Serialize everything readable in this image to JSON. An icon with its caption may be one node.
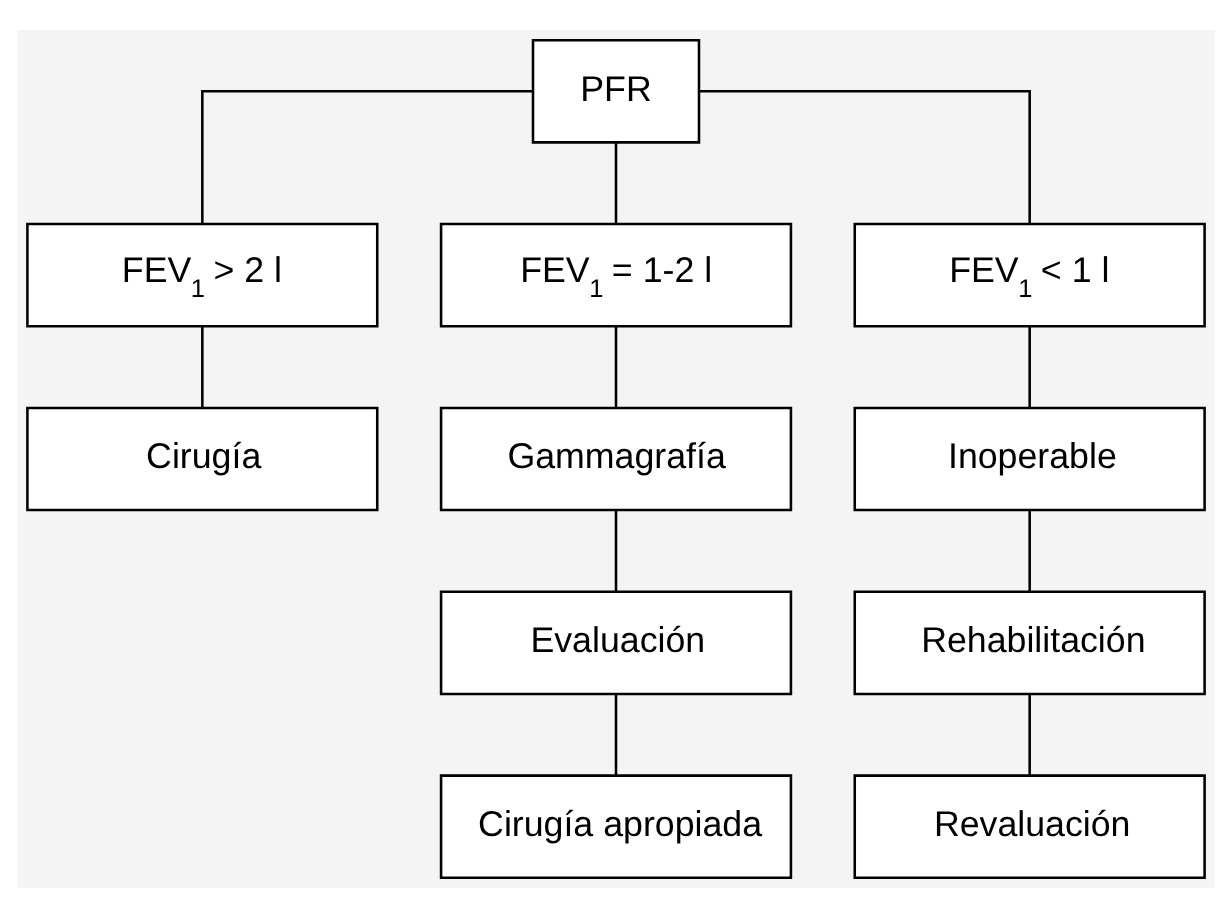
{
  "diagram": {
    "nodes": [
      {
        "text": [
          "PFR"
        ]
      },
      {
        "text": [
          "FEV$_{1}$ > 2 l"
        ]
      },
      {
        "text": [
          "FEV$_{1}$ = 1-2 l"
        ]
      },
      {
        "text": [
          "FEV$_{1}$ < 1 l"
        ]
      },
      {
        "text": [
          "Cirugía"
        ]
      },
      {
        "text": [
          "Gammagrafía"
        ]
      },
      {
        "text": [
          "Evaluación"
        ]
      },
      {
        "text": [
          "Cirugía apropiada"
        ]
      },
      {
        "text": [
          "Inoperable"
        ]
      },
      {
        "text": [
          "Rehabilitación"
        ]
      },
      {
        "text": [
          "Revaluación"
        ]
      }
    ],
    "edges": [
      {
        "from": 0,
        "to": 1,
        "arrow": "none"
      },
      {
        "from": 0,
        "to": 2,
        "arrow": "none"
      },
      {
        "from": 0,
        "to": 3,
        "arrow": "none"
      },
      {
        "from": 1,
        "to": 4,
        "arrow": "none"
      },
      {
        "from": 2,
        "to": 5,
        "arrow": "none"
      },
      {
        "from": 5,
        "to": 6,
        "arrow": "none"
      },
      {
        "from": 6,
        "to": 7,
        "arrow": "none"
      },
      {
        "from": 3,
        "to": 8,
        "arrow": "none"
      },
      {
        "from": 8,
        "to": 9,
        "arrow": "none"
      },
      {
        "from": 9,
        "to": 10,
        "arrow": "none"
      }
    ]
  }
}
